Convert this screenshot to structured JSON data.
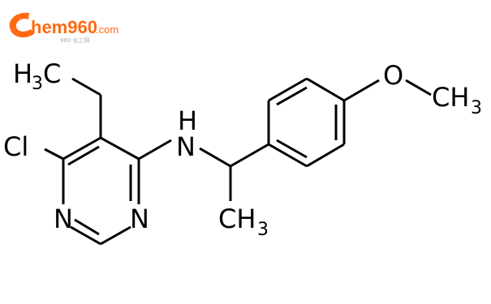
{
  "watermark": {
    "logo_text": "hem960",
    "logo_suffix": ".com",
    "logo_small": "960 化工网",
    "brand_color": "#ff6a13"
  },
  "molecule": {
    "atoms": {
      "h3c": "H",
      "h3c_sub": "3",
      "h3c_c": "C",
      "cl": "Cl",
      "n_amine": "N",
      "h_amine": "H",
      "n_ring_left": "N",
      "n_ring_right": "N",
      "o": "O",
      "ch3_right": "CH",
      "ch3_right_sub": "3",
      "ch3_bottom": "CH",
      "ch3_bottom_sub": "3"
    },
    "bond_color": "#000000"
  }
}
